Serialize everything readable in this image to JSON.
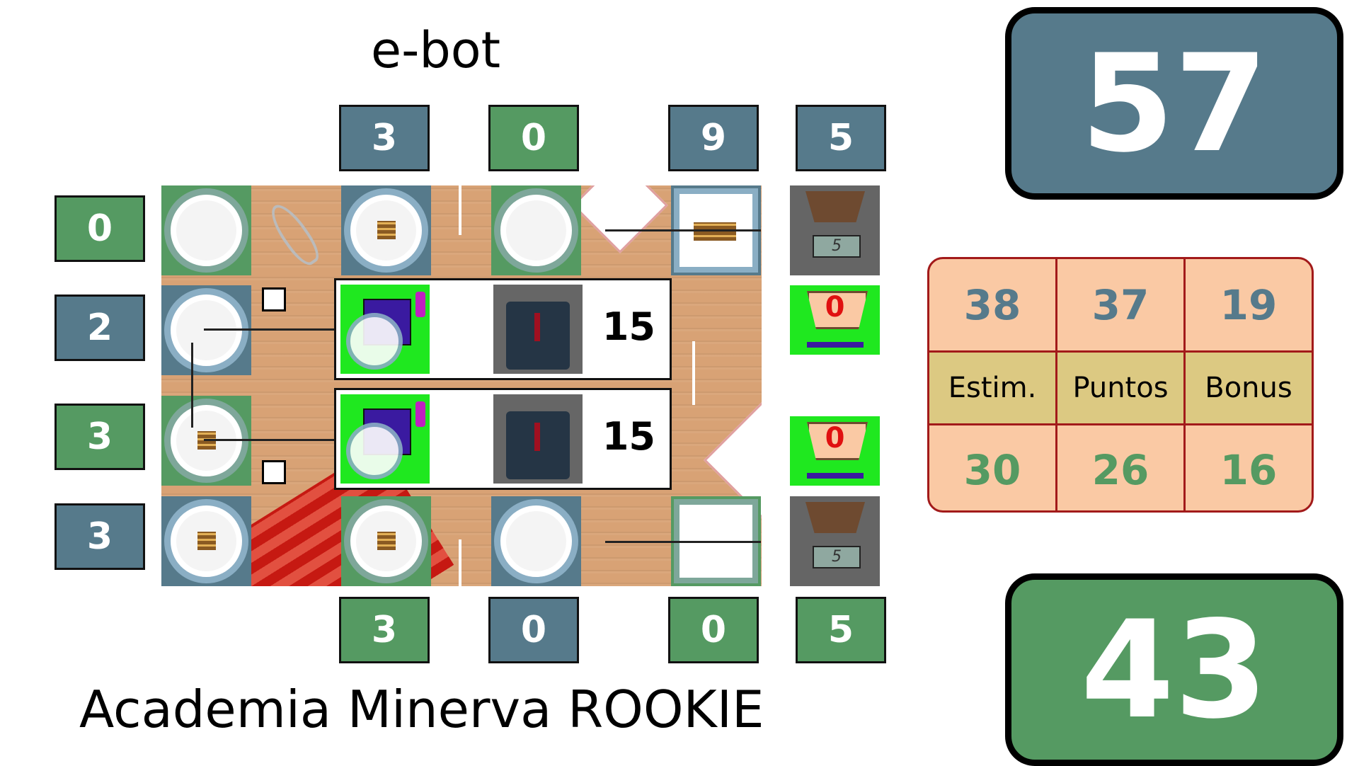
{
  "team_top": "e-bot",
  "team_bottom": "Academia Minerva ROOKIE",
  "scores": {
    "top_total": "57",
    "bottom_total": "43"
  },
  "top_column_counts": [
    "3",
    "0",
    "9",
    "5"
  ],
  "bottom_column_counts": [
    "3",
    "0",
    "0",
    "5"
  ],
  "left_row_counts": [
    "0",
    "2",
    "3",
    "3"
  ],
  "robots": [
    {
      "score": "15"
    },
    {
      "score": "15"
    }
  ],
  "bins": {
    "top_count": "5",
    "bottom_count": "5",
    "cup_top": "0",
    "cup_bottom": "0"
  },
  "stats": {
    "top": [
      "38",
      "37",
      "19"
    ],
    "labels": [
      "Estim.",
      "Puntos",
      "Bonus"
    ],
    "bottom": [
      "30",
      "26",
      "16"
    ]
  },
  "colors": {
    "blue": "#567a8b",
    "green": "#559a62",
    "stats_bg": "#fac9a4",
    "stats_label_bg": "#dcc982",
    "stats_border": "#a21a1a",
    "robot_green": "#1fe81f"
  }
}
